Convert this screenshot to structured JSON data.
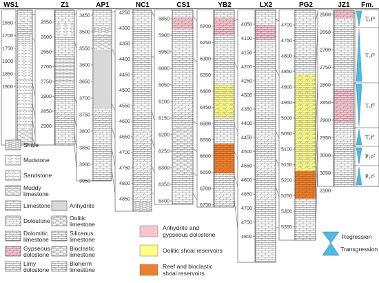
{
  "colors": {
    "anhydrite_fill": "#f6c6cf",
    "oolitic_fill": "#ffff88",
    "reef_fill": "#ed7f2c",
    "column_fill": "#ffffff",
    "regression_fill": "#4fb9e0",
    "correlation_line": "#666666"
  },
  "wells": [
    {
      "name": "WS1",
      "depths": [
        "1650",
        "1700",
        "1750",
        "1800",
        "1850",
        "1900"
      ]
    },
    {
      "name": "Z1",
      "depths": [
        "2550",
        "2600",
        "2650",
        "2700",
        "2750",
        "2800",
        "2850",
        "2900"
      ]
    },
    {
      "name": "AP1",
      "depths": [
        "3450",
        "3500",
        "3550",
        "3600",
        "3650",
        "3700",
        "3750",
        "3800",
        "3850",
        "3900",
        "3950"
      ]
    },
    {
      "name": "NC1",
      "depths": [
        "4250",
        "4300",
        "4350",
        "4400",
        "4450",
        "4500",
        "4550",
        "4600",
        "4650",
        "4700",
        "4750",
        "4800",
        "4850"
      ]
    },
    {
      "name": "CS1",
      "depths": [
        "5850",
        "5900",
        "5950",
        "6000",
        "6050",
        "6100",
        "6150",
        "6200",
        "6250",
        "6300",
        "6350",
        "6400"
      ]
    },
    {
      "name": "YB2",
      "depths": [
        "6200",
        "6250",
        "6300",
        "6350",
        "6400",
        "6450",
        "6500",
        "6550",
        "6600",
        "6650",
        "6700",
        "6750"
      ]
    },
    {
      "name": "LX2",
      "depths": [
        "4050",
        "4100",
        "4150",
        "4200",
        "4250",
        "4300",
        "4350",
        "4400",
        "4450",
        "4500",
        "4550",
        "4600",
        "4650",
        "4700",
        "4750",
        "4800"
      ]
    },
    {
      "name": "PG2",
      "depths": [
        "4700",
        "4750",
        "4800",
        "4850",
        "4900",
        "4950",
        "5000",
        "5050",
        "5100",
        "5150",
        "5200",
        "5250",
        "5300",
        "5350"
      ]
    },
    {
      "name": "JZ1",
      "depths": [
        "2600",
        "2650",
        "2700",
        "2750",
        "2800",
        "2850",
        "2900",
        "2950",
        "3000",
        "3050",
        "3100"
      ]
    }
  ],
  "formation_header": "Fm.",
  "formations": [
    "T₁f⁴",
    "T₁f³",
    "T₁f²",
    "T₁f¹",
    "P₃c²",
    "P₃c¹"
  ],
  "lithology_legend": [
    {
      "key": "shale",
      "label": [
        "Shale"
      ]
    },
    {
      "key": "mudstone",
      "label": [
        "Mudstone"
      ]
    },
    {
      "key": "sandstone",
      "label": [
        "Sandstone"
      ]
    },
    {
      "key": "muddy_limestone",
      "label": [
        "Muddy",
        "limestone"
      ]
    },
    {
      "key": "limestone",
      "label": [
        "Limestone"
      ]
    },
    {
      "key": "dolostone",
      "label": [
        "Dolostone"
      ]
    },
    {
      "key": "dolomitic_limestone",
      "label": [
        "Dolomitic",
        "limestone"
      ]
    },
    {
      "key": "gypseous_dolostone",
      "label": [
        "Gypseous",
        "dolostone"
      ]
    },
    {
      "key": "limy_dolostone",
      "label": [
        "Limy",
        "dolostone"
      ]
    },
    {
      "key": "anhydrite",
      "label": [
        "Anhydrite"
      ]
    },
    {
      "key": "oolitic_limestone",
      "label": [
        "Oolitic",
        "limestone"
      ]
    },
    {
      "key": "siliceous_limestone",
      "label": [
        "Siliceous",
        "limestone"
      ]
    },
    {
      "key": "bioclastic_limestone",
      "label": [
        "Bioclastic",
        "limestone"
      ]
    },
    {
      "key": "bioherm_limestone",
      "label": [
        "Bioherm",
        "limestone"
      ]
    }
  ],
  "facies_legend": [
    {
      "key": "anhydrite",
      "label": [
        "Anhydrite and",
        "gypseous dolostone"
      ]
    },
    {
      "key": "oolitic",
      "label": [
        "Oolitic shoal reservoirs"
      ]
    },
    {
      "key": "reef",
      "label": [
        "Reef and bioclastic",
        "shoal reservoirs"
      ]
    }
  ],
  "cycle_legend": {
    "regression": "Regression",
    "transgression": "Transgression"
  }
}
